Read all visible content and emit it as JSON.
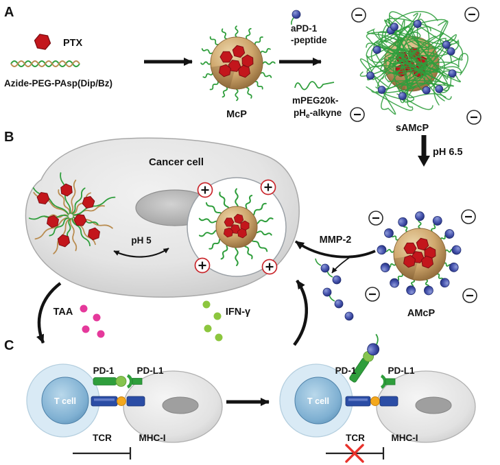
{
  "figure": {
    "panelA": {
      "label": "A",
      "ptx_label": "PTX",
      "polymer_label": "Azide-PEG-PAsp(Dip/Bz)",
      "mcp_label": "McP",
      "apd1_line1": "aPD-1",
      "apd1_line2": "-peptide",
      "mpeg_line1": "mPEG20k-",
      "mpeg_line2_main": "pH",
      "mpeg_line2_sub": "e",
      "mpeg_line2_rest": "-alkyne",
      "samcp_label": "sAMcP",
      "ph_label": "pH 6.5"
    },
    "panelB": {
      "label": "B",
      "cancer_cell_label": "Cancer cell",
      "ph5_label": "pH 5",
      "mmp2_label": "MMP-2",
      "amcp_label": "AMcP",
      "taa_label": "TAA",
      "ifn_label": "IFN-γ"
    },
    "panelC": {
      "label": "C",
      "left": {
        "pd1": "PD-1",
        "pdl1": "PD-L1",
        "tcell": "T cell",
        "tcr": "TCR",
        "mhc": "MHC-I"
      },
      "right": {
        "pd1": "PD-1",
        "pdl1": "PD-L1",
        "tcell": "T cell",
        "tcr": "TCR",
        "mhc": "MHC-I"
      }
    }
  },
  "colors": {
    "ptx_red": "#c3161c",
    "hex_stroke": "#7c0d12",
    "polymer_green": "#2f9e3c",
    "polymer_tan": "#b98c50",
    "peptide_blue": "#3c49a8",
    "nanoparticle_tan": "#cfa76d",
    "pd1_green": "#2f9e3c",
    "tcr_blue": "#2b4da5",
    "mhc_orange": "#f4a81d",
    "taa_magenta": "#e5399b",
    "ifn_green": "#8cc63e",
    "charge_plus_ring": "#c9252b",
    "inhibit_x_red": "#e8312a",
    "tcell_blue": "#7fb0d2",
    "cell_gray": "#d9d9d9"
  }
}
